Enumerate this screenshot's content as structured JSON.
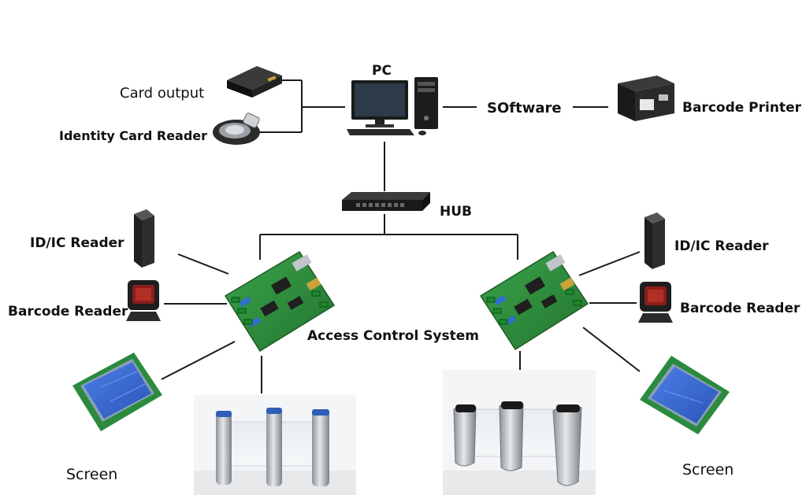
{
  "labels": {
    "pc": "PC",
    "card_output": "Card output",
    "identity_card_reader": "Identity Card Reader",
    "software": "SOftware",
    "barcode_printer": "Barcode Printer",
    "hub": "HUB",
    "id_ic_reader_left": "ID/IC Reader",
    "id_ic_reader_right": "ID/IC Reader",
    "barcode_reader_left": "Barcode Reader",
    "barcode_reader_right": "Barcode Reader",
    "access_control_system": "Access Control System",
    "screen_left": "Screen",
    "screen_right": "Screen"
  },
  "colors": {
    "board_green": "#2f8f3a",
    "lcd_blue": "#3b6fd8",
    "device_black": "#1e1e1e",
    "gate_steel": "#bfc3c7",
    "line": "#1a1a1a"
  }
}
